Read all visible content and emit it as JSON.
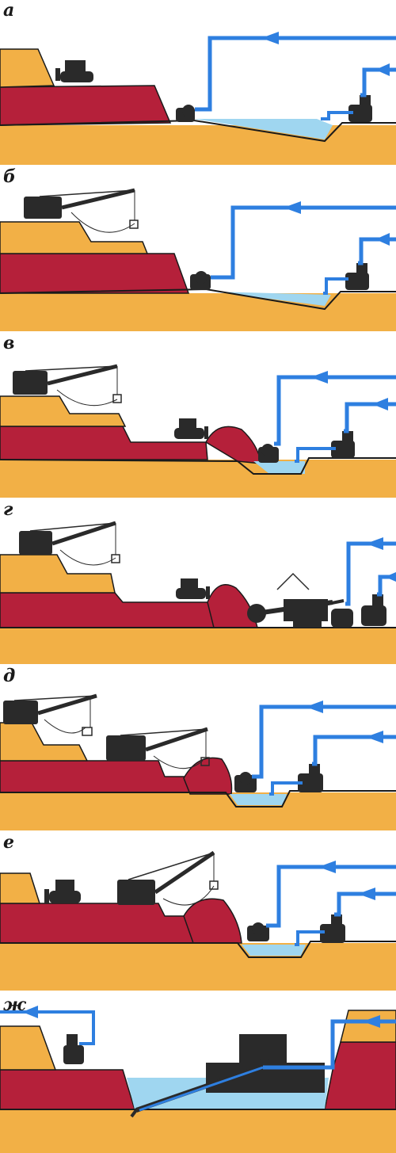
{
  "panels": [
    {
      "letter": "а"
    },
    {
      "letter": "б"
    },
    {
      "letter": "в"
    },
    {
      "letter": "г"
    },
    {
      "letter": "д"
    },
    {
      "letter": "е"
    },
    {
      "letter": "ж"
    }
  ],
  "colors": {
    "soil": "#F2B046",
    "rock": "#B5203A",
    "water": "#9FD6F0",
    "pipe": "#2E7FE0",
    "machine": "#2A2A2A",
    "outline": "#1A1A1A"
  },
  "icons": [
    "bulldozer-icon",
    "dragline-excavator-icon",
    "pump-icon",
    "bucket-wheel-excavator-icon",
    "dredge-icon"
  ]
}
